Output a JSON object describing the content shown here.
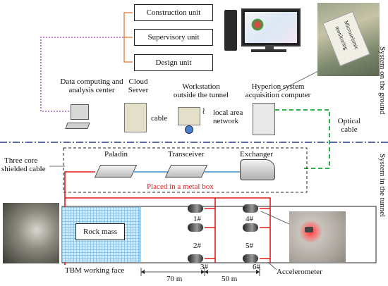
{
  "org_units": [
    "Construction unit",
    "Supervisory unit",
    "Design unit"
  ],
  "ground": {
    "data_center": [
      "Data computing and",
      "analysis center"
    ],
    "cloud": [
      "Cloud",
      "Server"
    ],
    "workstation": [
      "Workstation",
      "outside the tunnel"
    ],
    "hyperion": [
      "Hyperion system",
      "acquisition computer"
    ],
    "cable": "cable",
    "lan": [
      "local area",
      "network"
    ],
    "optical": [
      "Optical",
      "cable"
    ],
    "photo_text": [
      "Microseismic",
      "monitoring"
    ]
  },
  "side_labels": {
    "ground": "System on the ground",
    "tunnel": "System in the tunnel"
  },
  "devices": {
    "paladin": "Paladin",
    "transceiver": "Transceiver",
    "exchanger": "Exchanger"
  },
  "metal_box": "Placed in a metal box",
  "three_core": [
    "Three core",
    "shielded cable"
  ],
  "rock_mass": "Rock mass",
  "tbm_face": "TBM working face",
  "sensors": [
    "1#",
    "2#",
    "3#",
    "4#",
    "5#",
    "6#"
  ],
  "distances": [
    "70 m",
    "50 m"
  ],
  "accelerometer": "Accelerometer",
  "colors": {
    "orange": "#e8742b",
    "purple": "#9b3fb5",
    "green": "#2db34a",
    "red": "#e01b1b",
    "blue_line": "#3b8fd6",
    "divider": "#1f3a8a"
  }
}
